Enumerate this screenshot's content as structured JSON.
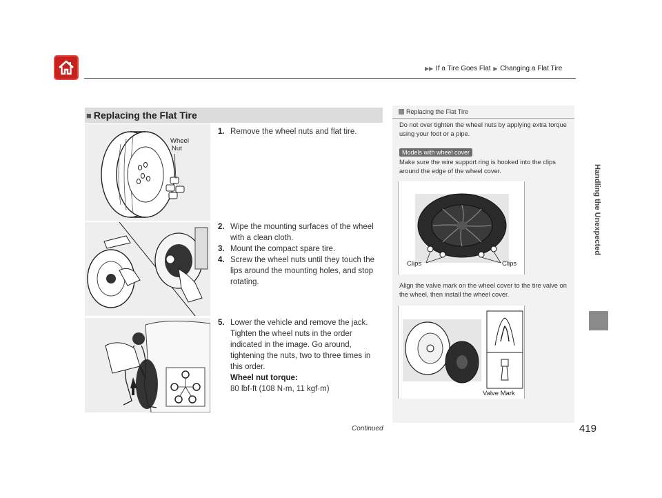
{
  "header": {
    "breadcrumb": [
      "If a Tire Goes Flat",
      "Changing a Flat Tire"
    ],
    "home_icon": "home-icon"
  },
  "side_tab": {
    "label": "Handling the Unexpected"
  },
  "section": {
    "title": "Replacing the Flat Tire"
  },
  "illustrations": {
    "wheel_nut_label_1": "Wheel",
    "wheel_nut_label_2": "Nut"
  },
  "steps": [
    {
      "num": "1.",
      "text": "Remove the wheel nuts and flat tire."
    },
    {
      "num": "2.",
      "text": "Wipe the mounting surfaces of the wheel with a clean cloth."
    },
    {
      "num": "3.",
      "text": "Mount the compact spare tire."
    },
    {
      "num": "4.",
      "text": "Screw the wheel nuts until they touch the lips around the mounting holes, and stop rotating."
    },
    {
      "num": "5.",
      "text": "Lower the vehicle and remove the jack. Tighten the wheel nuts in the order indicated in the image. Go around, tightening the nuts, two to three times in this order.",
      "torque_label": "Wheel nut torque:",
      "torque_value": "80 lbf·ft (108 N·m, 11 kgf·m)"
    }
  ],
  "note": {
    "title": "Replacing the Flat Tire",
    "p1": "Do not over tighten the wheel nuts by applying extra torque using your foot or a pipe.",
    "badge": "Models with wheel cover",
    "p2": "Make sure the wire support ring is hooked into the clips around the edge of the wheel cover.",
    "clips_left": "Clips",
    "clips_right": "Clips",
    "p3": "Align the valve mark on the wheel cover to the tire valve on the wheel, then install the wheel cover.",
    "valve_mark": "Valve Mark"
  },
  "footer": {
    "continued": "Continued",
    "page": "419"
  }
}
